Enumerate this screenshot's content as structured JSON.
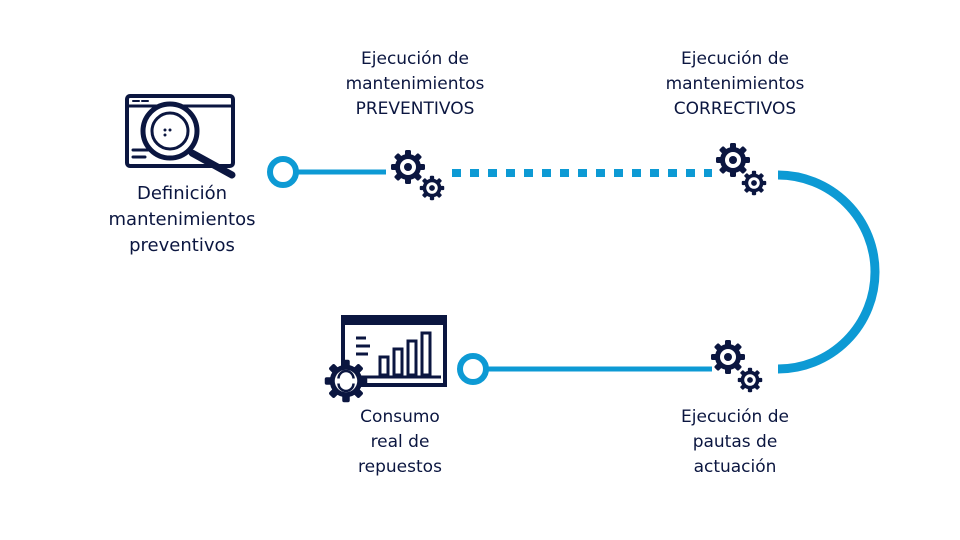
{
  "colors": {
    "line": "#0d9ad4",
    "icon": "#0b1640",
    "text": "#0b1640",
    "background": "#ffffff"
  },
  "steps": [
    {
      "id": "definition",
      "lines": [
        "Definición",
        "mantenimientos",
        "preventivos"
      ],
      "icon": "search-window-icon"
    },
    {
      "id": "preventive",
      "lines": [
        "Ejecución de",
        "mantenimientos",
        "PREVENTIVOS"
      ],
      "icon": "gears-icon"
    },
    {
      "id": "corrective",
      "lines": [
        "Ejecución de",
        "mantenimientos",
        "CORRECTIVOS"
      ],
      "icon": "gears-icon"
    },
    {
      "id": "guidelines",
      "lines": [
        "Ejecución de",
        "pautas de",
        "actuación"
      ],
      "icon": "gears-icon"
    },
    {
      "id": "consumption",
      "lines": [
        "Consumo",
        "real de",
        "repuestos"
      ],
      "icon": "chart-board-gear-icon"
    }
  ]
}
